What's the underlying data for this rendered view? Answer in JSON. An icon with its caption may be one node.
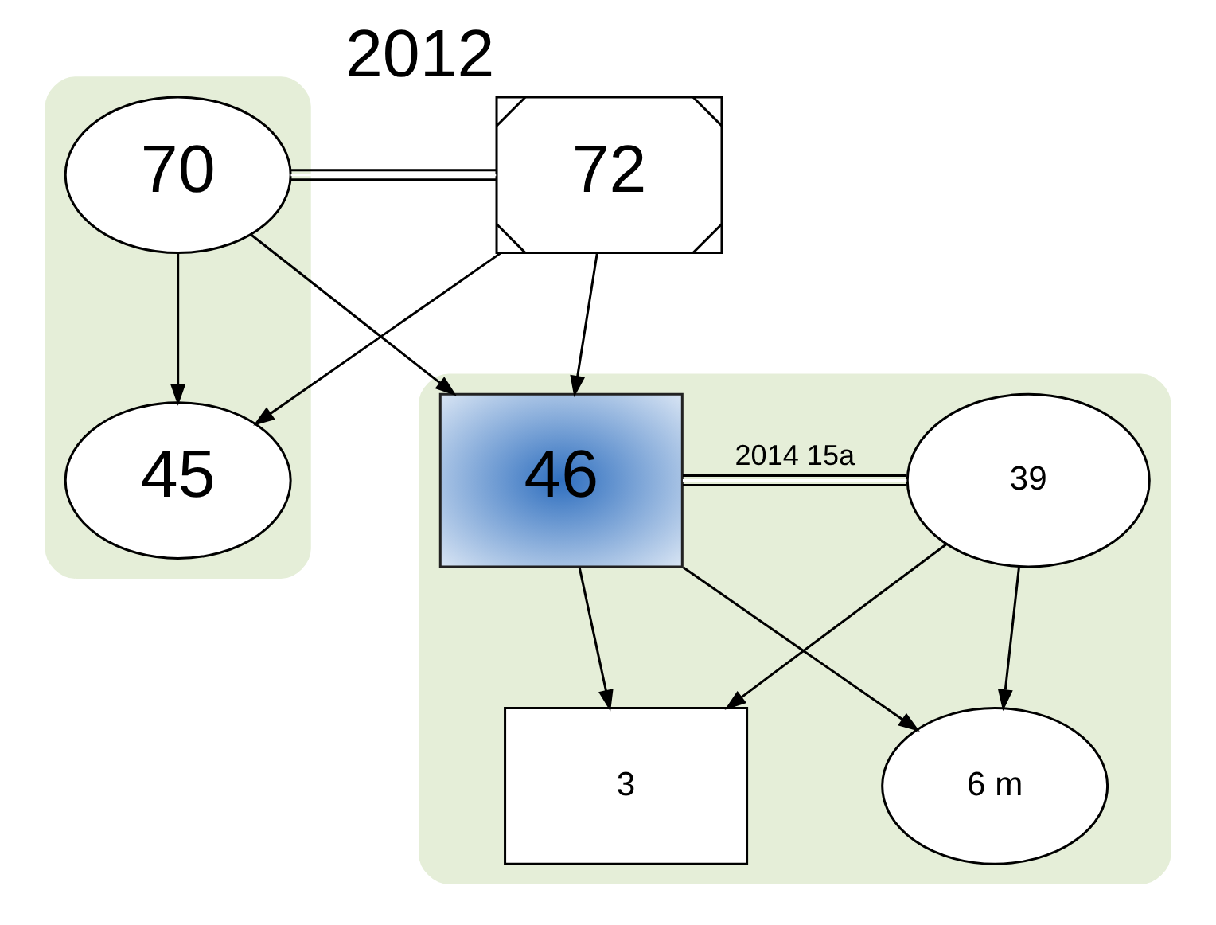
{
  "diagram": {
    "nodes": [
      {
        "text": [
          "72"
        ],
        "beside": [
          "2012"
        ]
      },
      {
        "text": [],
        "shape": "box"
      },
      {
        "text": [
          "70"
        ],
        "in": 1
      },
      {
        "text": [],
        "shape": "box"
      },
      {
        "text": [
          "39"
        ],
        "in": 3
      },
      {
        "text": [
          "46"
        ],
        "in": 3
      },
      {
        "text": [
          "45"
        ],
        "in": 1
      },
      {
        "text": [
          "3"
        ],
        "in": 3
      },
      {
        "text": [
          "6 m"
        ],
        "in": 3
      }
    ],
    "edges": [
      {
        "from": 0,
        "to": 2,
        "arrow": "none"
      },
      {
        "from": 0,
        "to": 5,
        "arrow": "to"
      },
      {
        "from": 2,
        "to": 5,
        "arrow": "to"
      },
      {
        "from": 0,
        "to": 6,
        "arrow": "to"
      },
      {
        "from": 2,
        "to": 6,
        "arrow": "to"
      },
      {
        "from": 4,
        "to": 5,
        "arrow": "none",
        "label": "2014 15a"
      },
      {
        "from": 4,
        "to": 7,
        "arrow": "to"
      },
      {
        "from": 5,
        "to": 7,
        "arrow": "to"
      },
      {
        "from": 4,
        "to": 8,
        "arrow": "to"
      },
      {
        "from": 5,
        "to": 8,
        "arrow": "to"
      }
    ]
  }
}
